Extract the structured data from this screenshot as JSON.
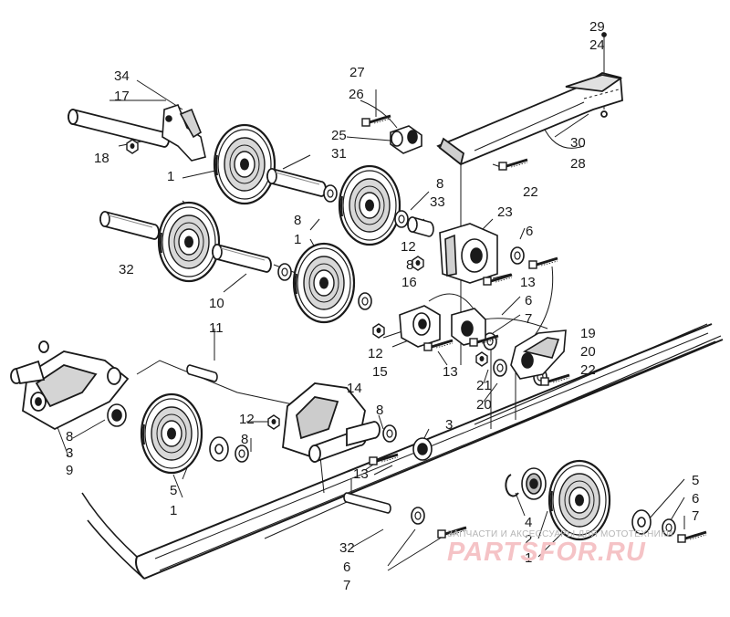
{
  "labels": [
    {
      "id": "l1",
      "text": "29"
    },
    {
      "id": "l2",
      "text": "24"
    },
    {
      "id": "l3",
      "text": "27"
    },
    {
      "id": "l4",
      "text": "26"
    },
    {
      "id": "l5",
      "text": "34"
    },
    {
      "id": "l6",
      "text": "17"
    },
    {
      "id": "l7",
      "text": "25"
    },
    {
      "id": "l8",
      "text": "31"
    },
    {
      "id": "l9",
      "text": "30"
    },
    {
      "id": "l10",
      "text": "28"
    },
    {
      "id": "l11",
      "text": "18"
    },
    {
      "id": "l12",
      "text": "1"
    },
    {
      "id": "l13",
      "text": "22"
    },
    {
      "id": "l14",
      "text": "8"
    },
    {
      "id": "l15",
      "text": "33"
    },
    {
      "id": "l16",
      "text": "23"
    },
    {
      "id": "l17",
      "text": "8"
    },
    {
      "id": "l18",
      "text": "1"
    },
    {
      "id": "l19",
      "text": "6"
    },
    {
      "id": "l20",
      "text": "12"
    },
    {
      "id": "l21",
      "text": "32"
    },
    {
      "id": "l22",
      "text": "8"
    },
    {
      "id": "l23",
      "text": "16"
    },
    {
      "id": "l24",
      "text": "13"
    },
    {
      "id": "l25",
      "text": "10"
    },
    {
      "id": "l26",
      "text": "6"
    },
    {
      "id": "l27",
      "text": "7"
    },
    {
      "id": "l28",
      "text": "11"
    },
    {
      "id": "l29",
      "text": "19"
    },
    {
      "id": "l30",
      "text": "12"
    },
    {
      "id": "l31",
      "text": "20"
    },
    {
      "id": "l32",
      "text": "15"
    },
    {
      "id": "l33",
      "text": "13"
    },
    {
      "id": "l34",
      "text": "22"
    },
    {
      "id": "l35",
      "text": "21"
    },
    {
      "id": "l36",
      "text": "14"
    },
    {
      "id": "l37",
      "text": "20"
    },
    {
      "id": "l38",
      "text": "8"
    },
    {
      "id": "l39",
      "text": "12"
    },
    {
      "id": "l40",
      "text": "3"
    },
    {
      "id": "l41",
      "text": "8"
    },
    {
      "id": "l42",
      "text": "8"
    },
    {
      "id": "l43",
      "text": "3"
    },
    {
      "id": "l44",
      "text": "9"
    },
    {
      "id": "l45",
      "text": "13"
    },
    {
      "id": "l46",
      "text": "5"
    },
    {
      "id": "l47",
      "text": "1"
    },
    {
      "id": "l48",
      "text": "5"
    },
    {
      "id": "l49",
      "text": "6"
    },
    {
      "id": "l50",
      "text": "4"
    },
    {
      "id": "l51",
      "text": "7"
    },
    {
      "id": "l52",
      "text": "2"
    },
    {
      "id": "l53",
      "text": "32"
    },
    {
      "id": "l54",
      "text": "1"
    },
    {
      "id": "l55",
      "text": "6"
    },
    {
      "id": "l56",
      "text": "7"
    }
  ],
  "watermark": {
    "tagline": "ЗАПЧАСТИ И АКСЕССУАРЫ ДЛЯ МОТОТЕХНИКИ",
    "brand": "PARTSFOR.RU"
  },
  "colors": {
    "ink": "#1a1a1a",
    "watermark_brand": "#f5c3c6",
    "watermark_tagline": "#b5b5b5"
  }
}
